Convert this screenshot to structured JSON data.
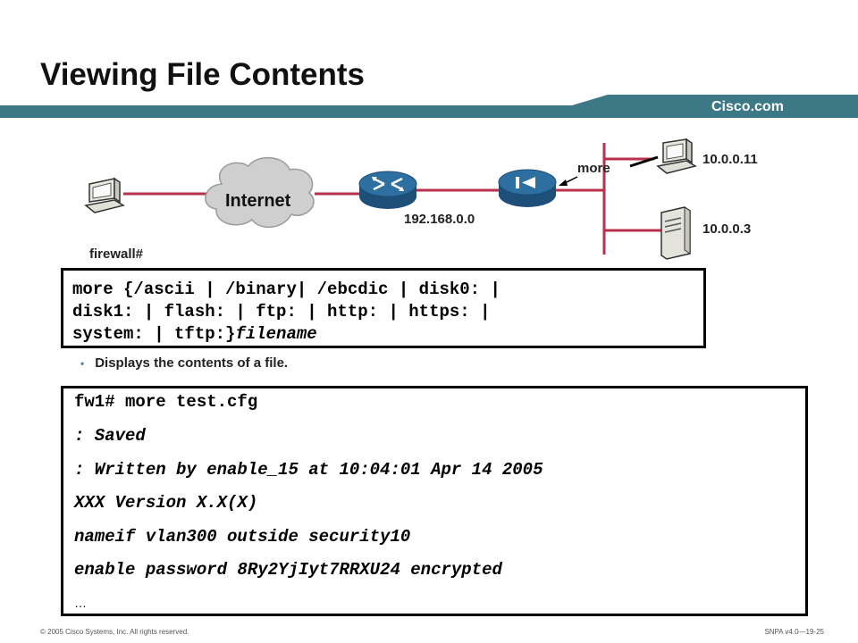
{
  "title": "Viewing File Contents",
  "brand": "Cisco.com",
  "diagram": {
    "cloud_label": "Internet",
    "labels": {
      "more": "more",
      "network": "192.168.0.0",
      "host_top": "10.0.0.11",
      "host_bottom": "10.0.0.3",
      "prompt": "firewall#"
    }
  },
  "command": {
    "line1": "more {/ascii | /binary| /ebcdic | disk0: |",
    "line2": "disk1: | flash: | ftp: | http: | https: |",
    "line3_prefix": "system: | tftp:}",
    "line3_arg": "filename"
  },
  "bullet": "Displays the contents of a file.",
  "output": {
    "lines": [
      "fw1# more test.cfg",
      ": Saved",
      ": Written by enable_15 at 10:04:01 Apr 14 2005",
      "XXX Version X.X(X)",
      "nameif vlan300 outside security10",
      "enable password 8Ry2YjIyt7RRXU24 encrypted",
      "…"
    ]
  },
  "footer": {
    "left": "© 2005 Cisco Systems, Inc. All rights reserved.",
    "right": "SNPA v4.0—19-25"
  },
  "colors": {
    "banner": "#3d7886",
    "link": "#b9304a",
    "router": "#2c6fa0",
    "cloud": "#cfcfcf"
  }
}
